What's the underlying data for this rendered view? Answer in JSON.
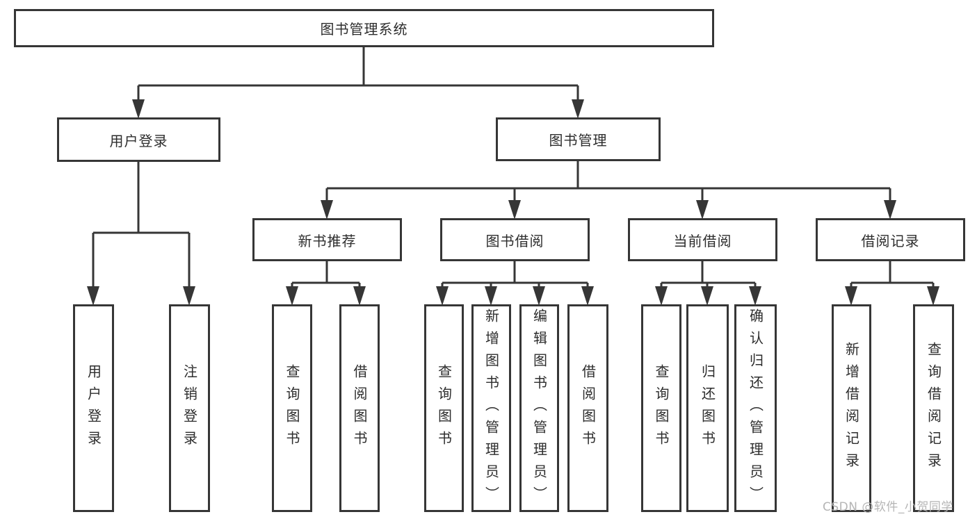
{
  "tree": {
    "root": "图书管理系统",
    "branches": [
      {
        "label": "用户登录",
        "children": [
          "用户登录",
          "注销登录"
        ]
      },
      {
        "label": "图书管理",
        "groups": [
          {
            "label": "新书推荐",
            "children": [
              "查询图书",
              "借阅图书"
            ]
          },
          {
            "label": "图书借阅",
            "children": [
              "查询图书",
              "新增图书（管理员）",
              "编辑图书（管理员）",
              "借阅图书"
            ]
          },
          {
            "label": "当前借阅",
            "children": [
              "查询图书",
              "归还图书",
              "确认归还（管理员）"
            ]
          },
          {
            "label": "借阅记录",
            "children": [
              "新增借阅记录",
              "查询借阅记录"
            ]
          }
        ]
      }
    ]
  },
  "watermark": "CSDN @软件_小贺同学",
  "colors": {
    "line": "#363636",
    "box_fill": "#ffffff",
    "text": "#2d2d2d",
    "watermark": "#b5b5b5",
    "background": "#ffffff"
  }
}
